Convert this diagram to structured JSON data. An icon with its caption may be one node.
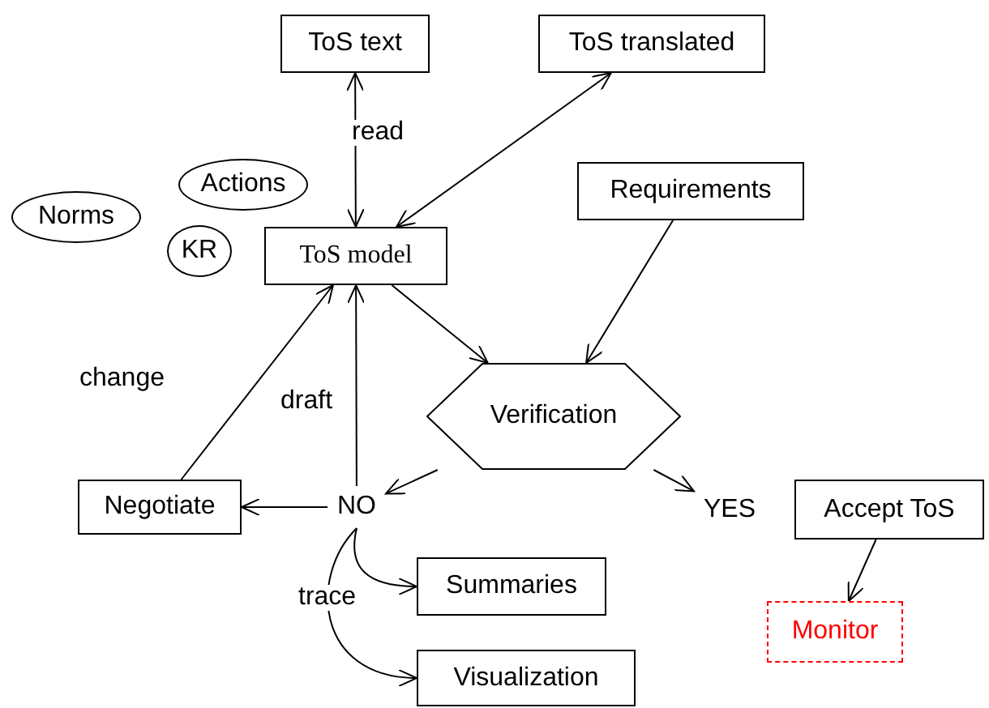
{
  "diagram": {
    "nodes": [
      {
        "text": [
          "ToS text"
        ]
      },
      {
        "text": [
          "ToS translated"
        ]
      },
      {
        "text": [
          "Actions"
        ]
      },
      {
        "text": [
          "Norms"
        ]
      },
      {
        "text": [
          "KR"
        ]
      },
      {
        "text": [
          "ToS model"
        ]
      },
      {
        "text": [
          "Requirements"
        ]
      },
      {
        "text": [
          "Verification"
        ]
      },
      {
        "text": [
          "Negotiate"
        ]
      },
      {
        "text": [
          "NO"
        ]
      },
      {
        "text": [
          "YES"
        ]
      },
      {
        "text": [
          "Accept ToS"
        ]
      },
      {
        "text": [
          "Summaries"
        ]
      },
      {
        "text": [
          "Visualization"
        ]
      },
      {
        "text": [
          "Monitor"
        ]
      }
    ],
    "edges": [
      {
        "from": 0,
        "to": 5,
        "arrow": "both",
        "label": "read"
      },
      {
        "from": 1,
        "to": 5,
        "arrow": "both"
      },
      {
        "from": 5,
        "to": 7,
        "arrow": "to"
      },
      {
        "from": 6,
        "to": 7,
        "arrow": "to"
      },
      {
        "from": 7,
        "to": 9,
        "arrow": "to"
      },
      {
        "from": 7,
        "to": 10,
        "arrow": "to"
      },
      {
        "from": 9,
        "to": 8,
        "arrow": "to"
      },
      {
        "from": 8,
        "to": 5,
        "arrow": "to",
        "label": "change"
      },
      {
        "from": 9,
        "to": 5,
        "arrow": "to",
        "label": "draft"
      },
      {
        "from": 9,
        "to": 12,
        "arrow": "to"
      },
      {
        "from": 9,
        "to": 13,
        "arrow": "to",
        "label": "trace"
      },
      {
        "from": 11,
        "to": 14,
        "arrow": "to"
      }
    ]
  }
}
